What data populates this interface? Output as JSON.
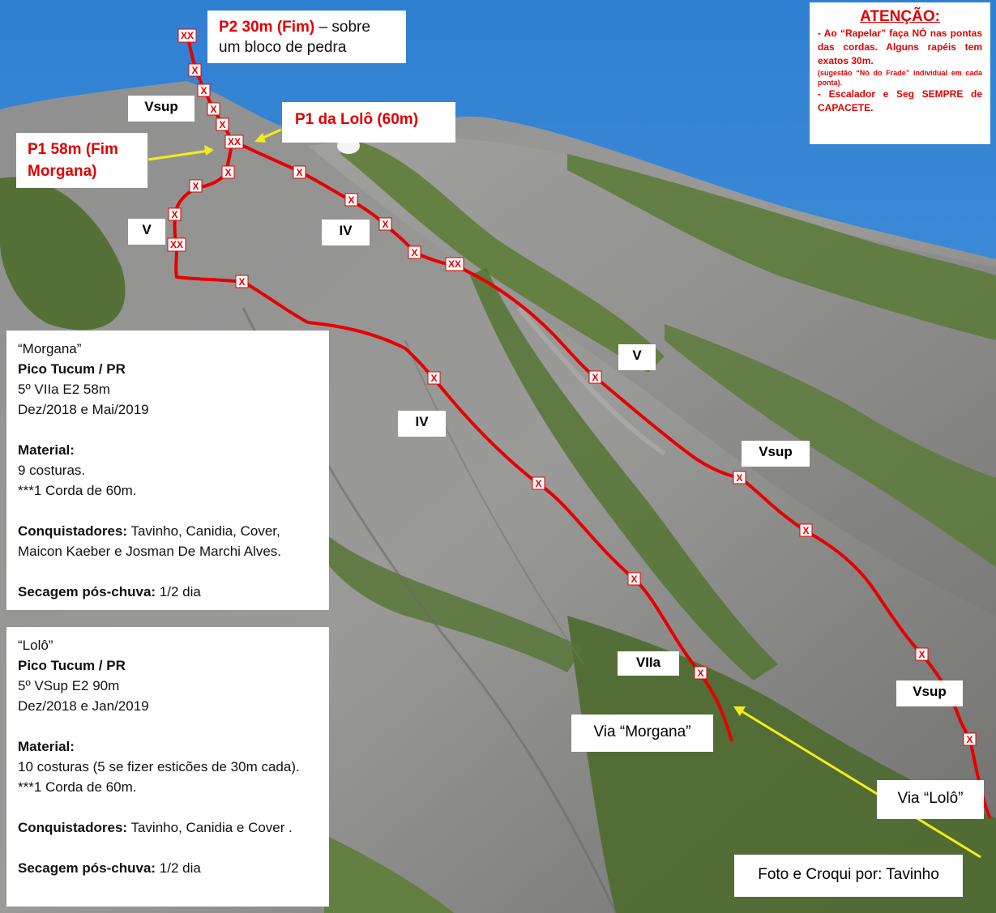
{
  "callouts": {
    "p2": {
      "strong": "P2 30m (Fim)",
      "rest": " – sobre um bloco de pedra"
    },
    "p1_lolo": "P1 da Lolô (60m)",
    "p1_morgana": "P1 58m (Fim Morgana)"
  },
  "attention": {
    "title": "ATENÇÃO:",
    "line1": "- Ao “Rapelar” faça NÓ nas pontas das cordas. Alguns rapéis tem exatos 30m.",
    "line1_small": "(sugestão “Nó do Frade” individual em cada ponta).",
    "line2": "- Escalador e Seg SEMPRE de CAPACETE."
  },
  "grades": {
    "vsup_top": "Vsup",
    "v_left": "V",
    "iv_upper": "IV",
    "v_right": "V",
    "vsup_mid": "Vsup",
    "iv_lower": "IV",
    "viia": "VIIa",
    "vsup_bottom": "Vsup"
  },
  "route_labels": {
    "morgana": "Via “Morgana”",
    "lolo": "Via “Lolô”",
    "credit": "Foto e Croqui por: Tavinho"
  },
  "morgana": {
    "name": "“Morgana”",
    "place": "Pico Tucum / PR",
    "grade": "5º VIIa E2 58m",
    "dates": "Dez/2018 e Mai/2019",
    "material_label": "Material:",
    "material_1": "9 costuras.",
    "material_2": "***1 Corda de 60m.",
    "conq_label": "Conquistadores:",
    "conq": " Tavinho, Canidia, Cover, Maicon Kaeber e Josman De Marchi Alves.",
    "dry_label": "Secagem pós-chuva:",
    "dry": " 1/2 dia"
  },
  "lolo": {
    "name": "“Lolô”",
    "place": "Pico Tucum / PR",
    "grade": "5º VSup E2 90m",
    "dates": "Dez/2018 e Jan/2019",
    "material_label": "Material:",
    "material_1": "10 costuras (5 se fizer esticões de 30m cada).",
    "material_2": "***1 Corda de 60m.",
    "conq_label": "Conquistadores:",
    "conq": " Tavinho, Canidia e Cover .",
    "dry_label": "Secagem pós-chuva:",
    "dry": " 1/2 dia"
  },
  "colors": {
    "sky": "#3a8bd6",
    "route": "#e60000",
    "arrow": "#f2ec1a",
    "rock": "#8d8d8d",
    "vegetation": "#5f7d3a"
  }
}
